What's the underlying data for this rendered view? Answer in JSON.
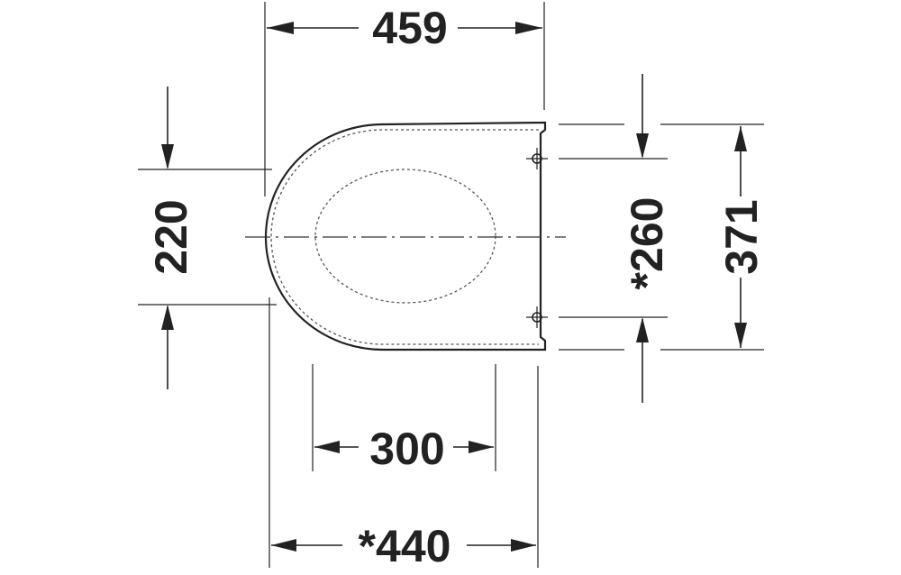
{
  "dimensions": {
    "overall_length": "459",
    "width_left": "220",
    "hinge_spacing": "*260",
    "overall_width": "371",
    "inner_span": "300",
    "base_length": "*440"
  },
  "colors": {
    "ink": "#222222",
    "background": "#ffffff"
  }
}
